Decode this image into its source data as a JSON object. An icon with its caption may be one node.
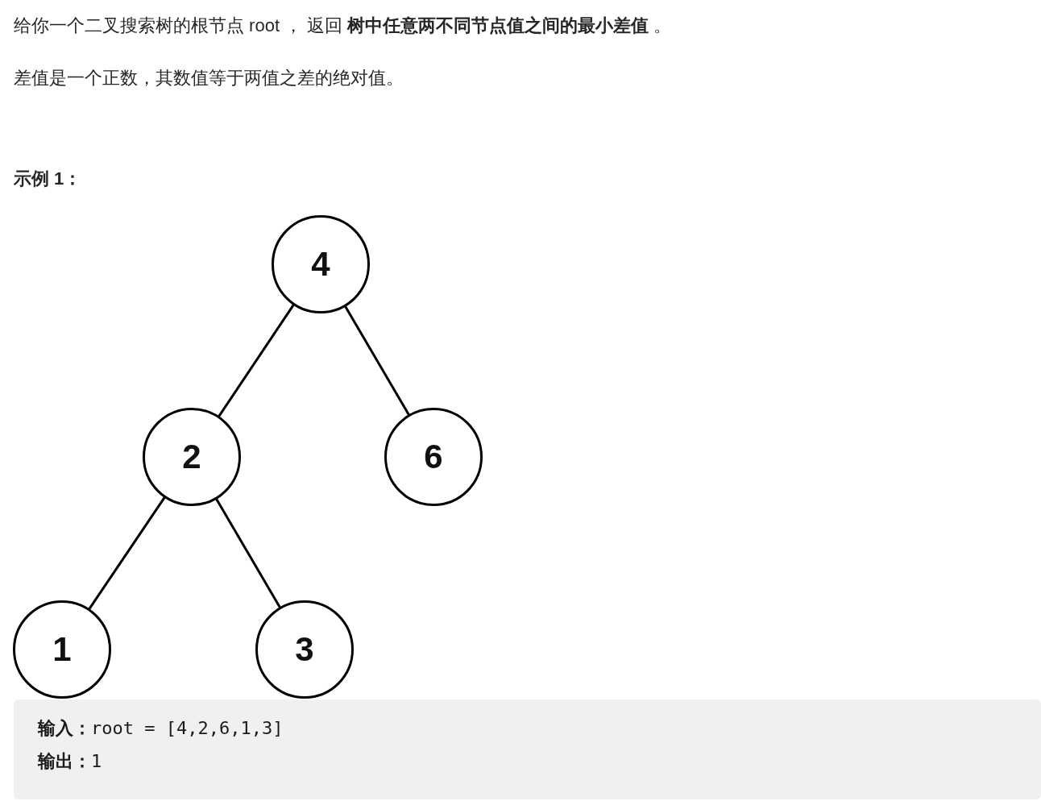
{
  "diagram": {
    "nodes": [
      {
        "text": [
          "4"
        ]
      },
      {
        "text": [
          "2"
        ]
      },
      {
        "text": [
          "6"
        ]
      },
      {
        "text": [
          "1"
        ]
      },
      {
        "text": [
          "3"
        ]
      },
      {
        "text": [
          "**输入：**root = [4,2,6,1,3]",
          "**输出：**1"
        ]
      }
    ],
    "edges": [
      {
        "from": 0,
        "to": 1,
        "arrow": "none"
      },
      {
        "from": 0,
        "to": 2,
        "arrow": "none"
      },
      {
        "from": 1,
        "to": 3,
        "arrow": "none"
      },
      {
        "from": 1,
        "to": 4,
        "arrow": "none"
      }
    ],
    "labels": [
      "给你一个二叉搜索树的根节点 root ， 返回 **树中任意两不同节点值之间的最小差值** 。",
      "差值是一个正数，其数值等于两值之差的绝对值。",
      "示例 1："
    ]
  }
}
